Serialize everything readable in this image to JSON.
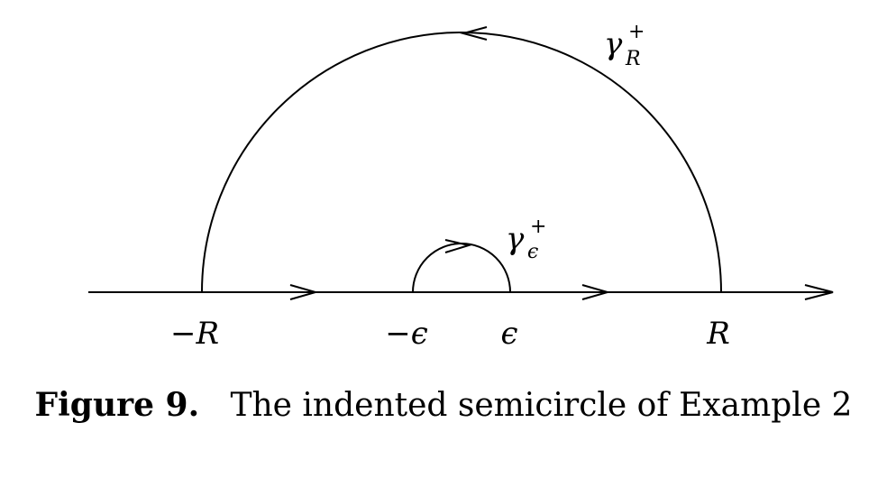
{
  "labels": {
    "neg_R": "−R",
    "neg_eps": "−ϵ",
    "eps": "ϵ",
    "R": "R",
    "gamma_R": {
      "symbol": "γ",
      "sub": "R",
      "sup": "+"
    },
    "gamma_eps": {
      "symbol": "γ",
      "sub": "ϵ",
      "sup": "+"
    }
  },
  "caption": {
    "label": "Figure 9.",
    "text": "The indented semicircle of Example 2"
  }
}
